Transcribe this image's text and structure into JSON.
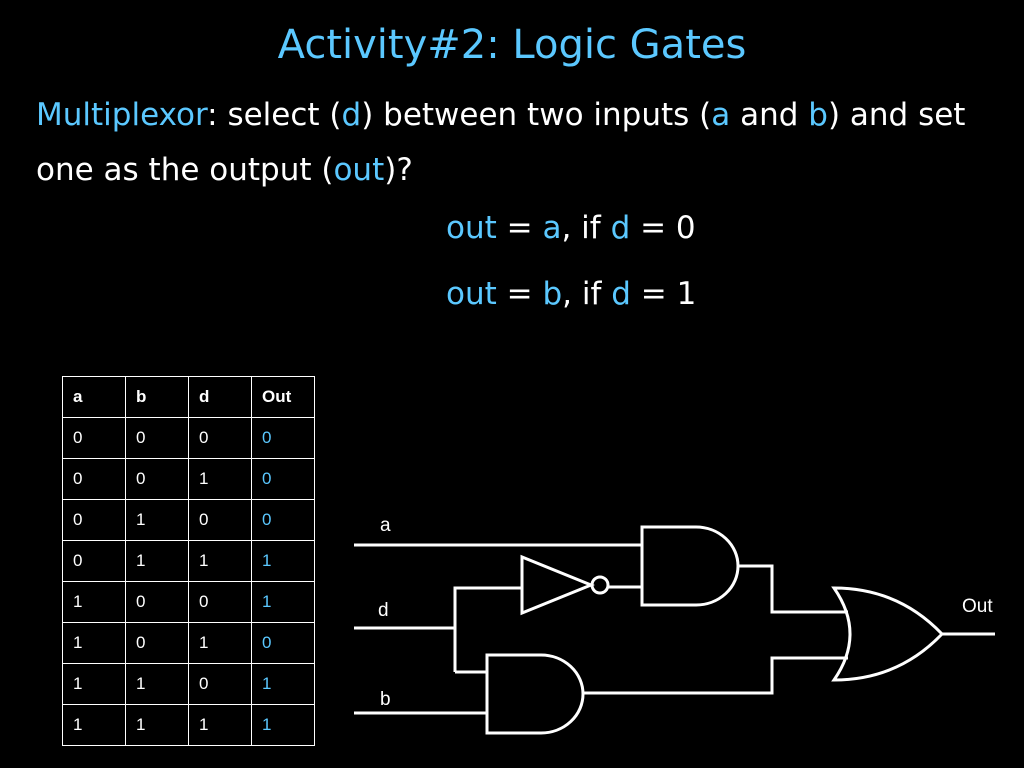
{
  "title": "Activity#2: Logic Gates",
  "intro": {
    "term": "Multiplexor",
    "t1": ": select (",
    "d": "d",
    "t2": ") between two inputs (",
    "a": "a",
    "t3": " and ",
    "b": "b",
    "t4": ") and set one as the output (",
    "out": "out",
    "t5": ")?"
  },
  "formulas": [
    {
      "out": "out",
      "eq": " = ",
      "input": "a",
      "if": ", if ",
      "sel": "d",
      "val": " = 0"
    },
    {
      "out": "out",
      "eq": " = ",
      "input": "b",
      "if": ", if ",
      "sel": "d",
      "val": " = 1"
    }
  ],
  "truth_table": {
    "headers": [
      "a",
      "b",
      "d",
      "Out"
    ],
    "rows": [
      [
        "0",
        "0",
        "0",
        "0"
      ],
      [
        "0",
        "0",
        "1",
        "0"
      ],
      [
        "0",
        "1",
        "0",
        "0"
      ],
      [
        "0",
        "1",
        "1",
        "1"
      ],
      [
        "1",
        "0",
        "0",
        "1"
      ],
      [
        "1",
        "0",
        "1",
        "0"
      ],
      [
        "1",
        "1",
        "0",
        "1"
      ],
      [
        "1",
        "1",
        "1",
        "1"
      ]
    ]
  },
  "circuit": {
    "labels": {
      "a": "a",
      "d": "d",
      "b": "b",
      "out": "Out"
    },
    "gates": [
      "and-gate",
      "not-gate",
      "and-gate",
      "or-gate"
    ]
  },
  "colors": {
    "accent": "#5bc8ff",
    "background": "#000000",
    "text": "#ffffff"
  }
}
